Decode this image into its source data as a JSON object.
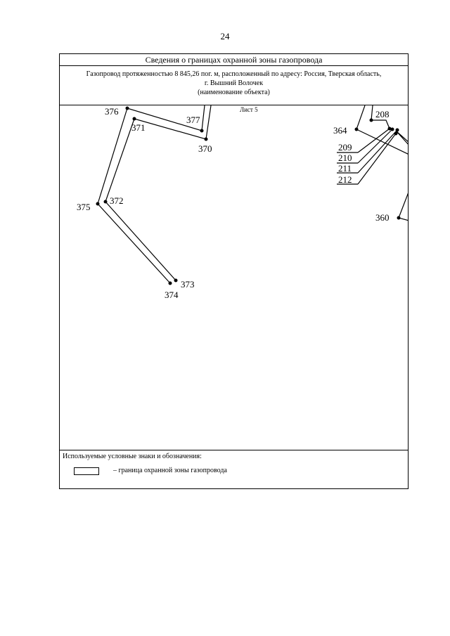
{
  "page_number": "24",
  "title": "Сведения о границах охранной зоны газопровода",
  "object_description": {
    "line1": "Газопровод протяженностью 8 845,26 пог. м, расположенный по адресу: Россия, Тверская область,",
    "line2": "г. Вышний Волочек",
    "line3": "(наименование объекта)"
  },
  "sheet_label": "Лист 5",
  "points": {
    "p376": "376",
    "p371": "371",
    "p377": "377",
    "p370": "370",
    "p375": "375",
    "p372": "372",
    "p373": "373",
    "p374": "374",
    "p208": "208",
    "p364": "364",
    "p209": "209",
    "p210": "210",
    "p211": "211",
    "p212": "212",
    "p360": "360"
  },
  "legend": {
    "title": "Используемые условные знаки и обозначения:",
    "item_text": "–  граница охранной зоны газопровода"
  }
}
